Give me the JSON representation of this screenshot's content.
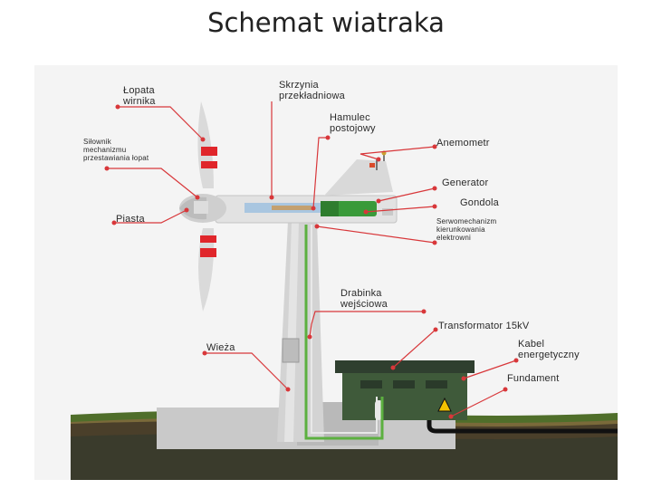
{
  "slide": {
    "title": "Schemat wiatraka"
  },
  "labels": {
    "lopata": "Łopata\nwirnika",
    "silownik": "Siłownik\nmechanizmu\nprzestawiania łopat",
    "piasta": "Piasta",
    "skrzynia": "Skrzynia\nprzekładniowa",
    "hamulec": "Hamulec\npostojowy",
    "anemometr": "Anemometr",
    "generator": "Generator",
    "gondola": "Gondola",
    "serwomechanizm": "Serwomechanizm\nkierunkowania\nelektrowni",
    "drabinka": "Drabinka\nwejściowa",
    "transformator": "Transformator 15kV",
    "wieza": "Wieża",
    "kabel": "Kabel\nenergetyczny",
    "fundament": "Fundament"
  },
  "colors": {
    "callout": "#d8373a",
    "blade_stripe": "#e0262b",
    "generator": "#3a9a3a",
    "ground": "#3a3b2c",
    "grass": "#4f6e2a",
    "housing": "#3f5a3a"
  }
}
